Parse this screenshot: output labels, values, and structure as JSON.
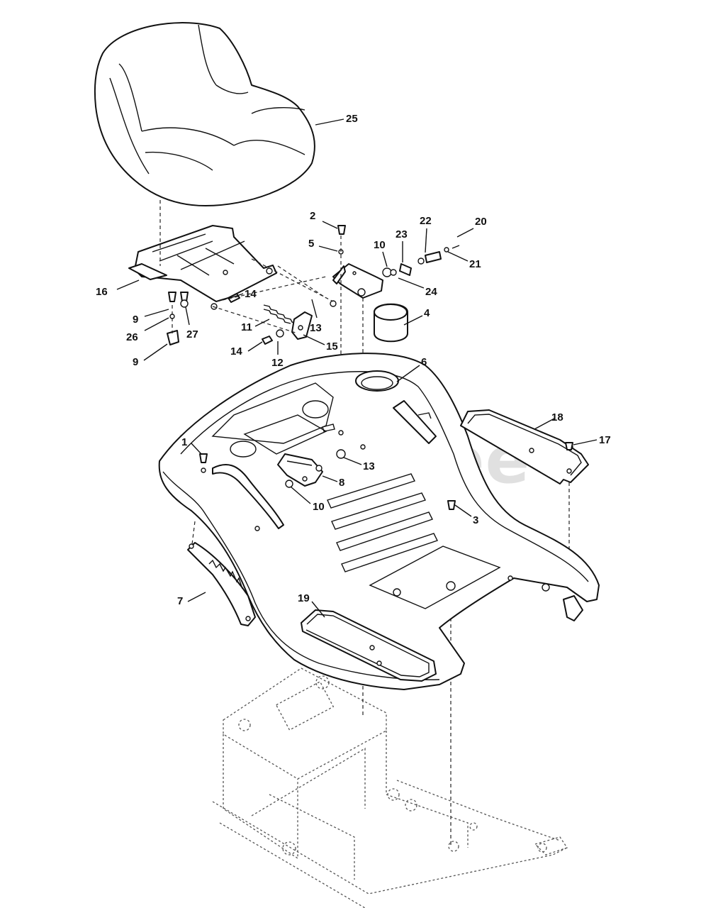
{
  "watermark": {
    "text": "PartsTree",
    "mark": "™"
  },
  "callouts": [
    "1",
    "2",
    "3",
    "4",
    "5",
    "6",
    "7",
    "8",
    "9",
    "9",
    "10",
    "10",
    "11",
    "12",
    "13",
    "13",
    "14",
    "14",
    "15",
    "16",
    "17",
    "18",
    "19",
    "20",
    "21",
    "22",
    "23",
    "24",
    "25",
    "26",
    "27"
  ]
}
